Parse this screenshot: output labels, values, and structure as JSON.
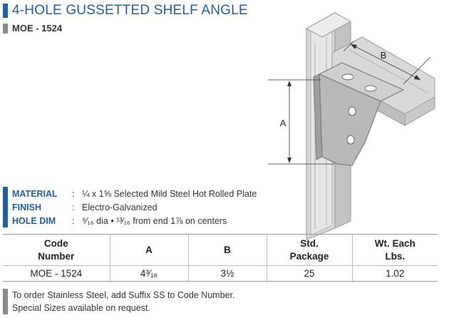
{
  "header": {
    "title": "4-HOLE GUSSETTED SHELF ANGLE",
    "part_code": "MOE - 1524"
  },
  "drawing": {
    "dim_a_label": "A",
    "dim_b_label": "B"
  },
  "specs": [
    {
      "label": "MATERIAL",
      "colon": ":",
      "value": "¼ x 1⅝ Selected Mild Steel Hot Rolled Plate"
    },
    {
      "label": "FINISH",
      "colon": ":",
      "value": "Electro-Galvanized"
    },
    {
      "label": "HOLE DIM",
      "colon": ":",
      "value": "⁹⁄₁₆ dia • ¹³⁄₁₆ from end 1⅞ on centers"
    }
  ],
  "table": {
    "headers": [
      [
        "Code",
        "Number"
      ],
      [
        "A",
        ""
      ],
      [
        "B",
        ""
      ],
      [
        "Std.",
        "Package"
      ],
      [
        "Wt. Each",
        "Lbs."
      ]
    ],
    "rows": [
      [
        "MOE - 1524",
        "4³⁄₁₆",
        "3½",
        "25",
        "1.02"
      ]
    ]
  },
  "notes": [
    "To order Stainless Steel, add Suffix SS to Code Number.",
    "Special Sizes available on request."
  ],
  "colors": {
    "accent_blue": "#1f5fa3",
    "accent_gray": "#8a8a8a"
  }
}
